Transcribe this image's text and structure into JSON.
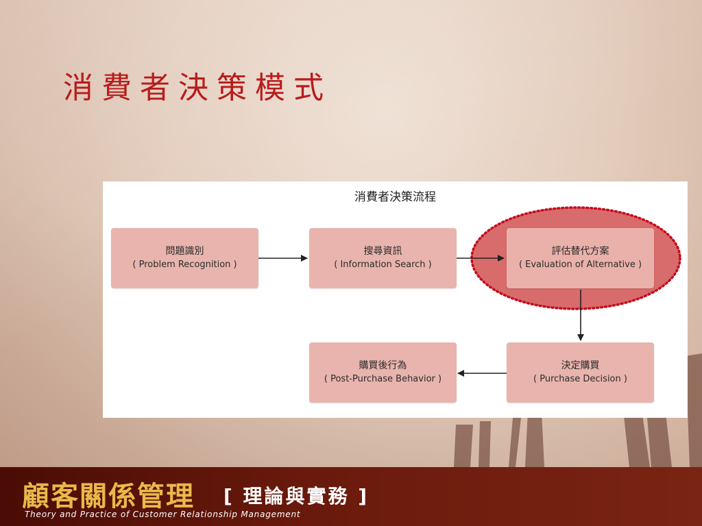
{
  "slide": {
    "title": "消費者決策模式"
  },
  "diagram": {
    "title": "消費者決策流程",
    "steps": [
      {
        "zh": "問題識別",
        "en": "( Problem Recognition )"
      },
      {
        "zh": "搜尋資訊",
        "en": "( Information Search )"
      },
      {
        "zh": "評估替代方案",
        "en": "( Evaluation of Alternative )"
      },
      {
        "zh": "決定購買",
        "en": "( Purchase Decision )"
      },
      {
        "zh": "購買後行為",
        "en": "( Post-Purchase Behavior )"
      }
    ],
    "colors": {
      "box": "#e8b4ad",
      "highlight": "#cf4a4a",
      "highlight_dots": "#c40c1c",
      "arrow": "#222222"
    }
  },
  "footer": {
    "title": "顧客關係管理",
    "subtitle": "[ 理論與實務 ]",
    "english": "Theory and Practice of Customer Relationship Management"
  }
}
